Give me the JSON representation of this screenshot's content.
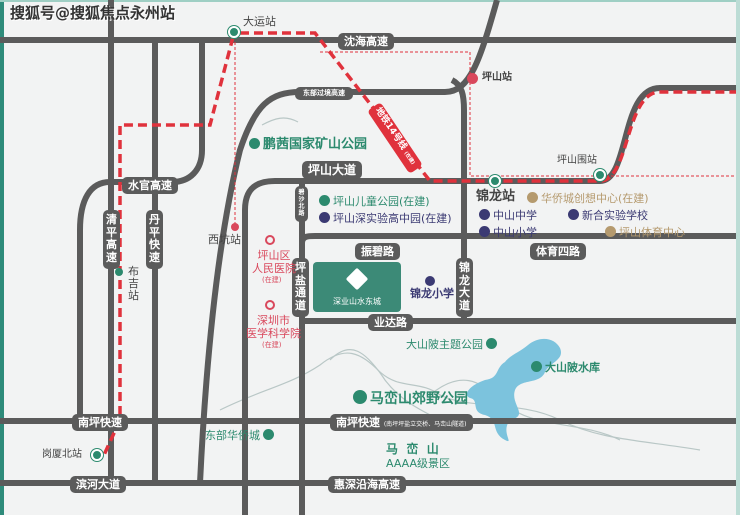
{
  "watermark": "搜狐号@搜狐焦点永州站",
  "roads": {
    "shenhai": "沈海高速",
    "dongbu": "东部过境高速",
    "pingshan_ave": "坪山大道",
    "shuiguan": "水官高速",
    "qingping": "清平高速",
    "danping": "丹平快速",
    "bisha": "碧沙北路",
    "pingyan": "坪盐通道",
    "zhenbi": "振碧路",
    "tiyu4": "体育四路",
    "jinlong": "锦龙大道",
    "yeda": "业达路",
    "nanping_left": "南坪快速",
    "nanping_mid": "南坪快速",
    "nanping_note": "(南坪坪盐立交桥、马峦山隧道)",
    "binhe": "滨河大道",
    "huishen": "惠深沿海高速"
  },
  "metro": {
    "line14": "地铁14号线",
    "line14_note": "(在建)",
    "color": "#e0323c"
  },
  "stations": {
    "dayun": "大运站",
    "xikeng": "西坑站",
    "pingshan": "坪山站",
    "bujie": "布吉站",
    "gangxiabei": "岗厦北站",
    "jinlong": "锦龙站",
    "pingshanwei": "坪山围站"
  },
  "pois": {
    "pengmao": "鹏茜国家矿山公园",
    "kids_park": "坪山儿童公园(在建)",
    "shenshiyan": "坪山深实验高中园(在建)",
    "hqc": "华侨城创想中心(在建)",
    "zs_middle": "中山中学",
    "xinhe": "新合实验学校",
    "zs_primary": "中山小学",
    "sports": "坪山体育中心",
    "hospital": "坪山区\n人民医院",
    "hospital_note": "(在建)",
    "med_academy": "深圳市\n医学科学院",
    "med_note": "(在建)",
    "jinlong_primary": "锦龙小学",
    "dashanpi_park": "大山陂主题公园",
    "dashanpi_res": "大山陂水库",
    "maluan_park": "马峦山郊野公园",
    "maluan": "马  峦  山",
    "aaaa": "AAAA级景区",
    "east_oct": "东部华侨城"
  },
  "project": {
    "name": "深业山水东城",
    "color": "#3c8a77"
  }
}
